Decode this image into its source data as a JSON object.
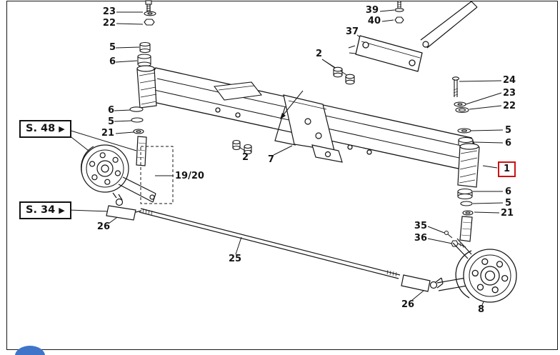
{
  "colors": {
    "ink": "#161616",
    "highlight_red": "#cc1111",
    "corner_blue": "#3f74c9",
    "background": "#ffffff"
  },
  "ref_boxes": {
    "s48": "S. 48",
    "s34": "S. 34",
    "arrow": "▶"
  },
  "labels": {
    "tl_23": "23",
    "tl_22": "22",
    "tl_5": "5",
    "tl_6": "6",
    "lm_6": "6",
    "lm_5": "5",
    "lm_21": "21",
    "kp_1920": "19/20",
    "l_tierod_26": "26",
    "rod_25": "25",
    "mid_2": "2",
    "mid_7": "7",
    "top_2": "2",
    "tr_39": "39",
    "tr_40": "40",
    "cyl_37": "37",
    "r_24": "24",
    "r_23": "23",
    "r_22": "22",
    "r_5a": "5",
    "r_6a": "6",
    "r_1": "1",
    "r_6b": "6",
    "r_5b": "5",
    "r_21": "21",
    "r_35": "35",
    "r_36": "36",
    "r_tierod_26": "26",
    "hub_8": "8"
  }
}
